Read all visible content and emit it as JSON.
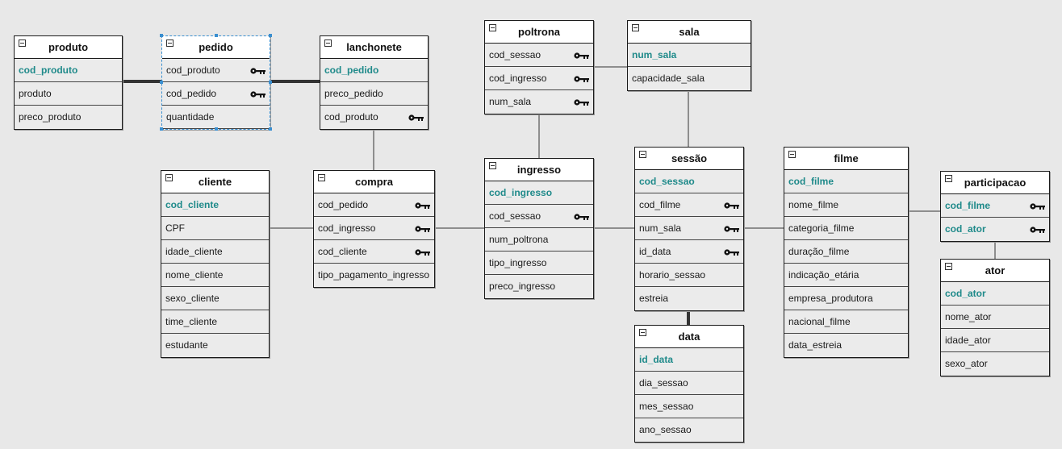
{
  "entities": [
    {
      "id": "produto",
      "title": "produto",
      "attrs": [
        {
          "name": "cod_produto",
          "pk": true
        },
        {
          "name": "produto"
        },
        {
          "name": "preco_produto"
        }
      ]
    },
    {
      "id": "pedido",
      "title": "pedido",
      "selected": true,
      "attrs": [
        {
          "name": "cod_produto",
          "fk": true
        },
        {
          "name": "cod_pedido",
          "fk": true
        },
        {
          "name": "quantidade"
        }
      ]
    },
    {
      "id": "lanchonete",
      "title": "lanchonete",
      "attrs": [
        {
          "name": "cod_pedido",
          "pk": true
        },
        {
          "name": "preco_pedido"
        },
        {
          "name": "cod_produto",
          "fk": true
        }
      ]
    },
    {
      "id": "poltrona",
      "title": "poltrona",
      "attrs": [
        {
          "name": "cod_sessao",
          "fk": true
        },
        {
          "name": "cod_ingresso",
          "fk": true
        },
        {
          "name": "num_sala",
          "fk": true
        }
      ]
    },
    {
      "id": "sala",
      "title": "sala",
      "attrs": [
        {
          "name": "num_sala",
          "pk": true
        },
        {
          "name": "capacidade_sala"
        }
      ]
    },
    {
      "id": "cliente",
      "title": "cliente",
      "attrs": [
        {
          "name": "cod_cliente",
          "pk": true
        },
        {
          "name": "CPF"
        },
        {
          "name": "idade_cliente"
        },
        {
          "name": "nome_cliente"
        },
        {
          "name": "sexo_cliente"
        },
        {
          "name": "time_cliente"
        },
        {
          "name": "estudante"
        }
      ]
    },
    {
      "id": "compra",
      "title": "compra",
      "attrs": [
        {
          "name": "cod_pedido",
          "fk": true
        },
        {
          "name": "cod_ingresso",
          "fk": true
        },
        {
          "name": "cod_cliente",
          "fk": true
        },
        {
          "name": "tipo_pagamento_ingresso"
        }
      ]
    },
    {
      "id": "ingresso",
      "title": "ingresso",
      "attrs": [
        {
          "name": "cod_ingresso",
          "pk": true
        },
        {
          "name": "cod_sessao",
          "fk": true
        },
        {
          "name": "num_poltrona"
        },
        {
          "name": "tipo_ingresso"
        },
        {
          "name": "preco_ingresso"
        }
      ]
    },
    {
      "id": "sessao",
      "title": "sessão",
      "attrs": [
        {
          "name": "cod_sessao",
          "pk": true
        },
        {
          "name": "cod_filme",
          "fk": true
        },
        {
          "name": "num_sala",
          "fk": true
        },
        {
          "name": "id_data",
          "fk": true
        },
        {
          "name": "horario_sessao"
        },
        {
          "name": "estreia"
        }
      ]
    },
    {
      "id": "filme",
      "title": "filme",
      "attrs": [
        {
          "name": "cod_filme",
          "pk": true
        },
        {
          "name": "nome_filme"
        },
        {
          "name": "categoria_filme"
        },
        {
          "name": "duração_filme"
        },
        {
          "name": "indicação_etária"
        },
        {
          "name": "empresa_produtora"
        },
        {
          "name": "nacional_filme"
        },
        {
          "name": "data_estreia"
        }
      ]
    },
    {
      "id": "participacao",
      "title": "participacao",
      "attrs": [
        {
          "name": "cod_filme",
          "pk": true,
          "fk": true
        },
        {
          "name": "cod_ator",
          "pk": true,
          "fk": true
        }
      ]
    },
    {
      "id": "data",
      "title": "data",
      "attrs": [
        {
          "name": "id_data",
          "pk": true
        },
        {
          "name": "dia_sessao"
        },
        {
          "name": "mes_sessao"
        },
        {
          "name": "ano_sessao"
        }
      ]
    },
    {
      "id": "ator",
      "title": "ator",
      "attrs": [
        {
          "name": "cod_ator",
          "pk": true
        },
        {
          "name": "nome_ator"
        },
        {
          "name": "idade_ator"
        },
        {
          "name": "sexo_ator"
        }
      ]
    }
  ],
  "colors": {
    "background": "#e8e8e8",
    "pk": "#1f8a8a",
    "border": "#1a1a1a",
    "selection": "#3a8fd0"
  },
  "icons": {
    "collapse": "collapse-toggle-icon",
    "key": "key-icon"
  }
}
